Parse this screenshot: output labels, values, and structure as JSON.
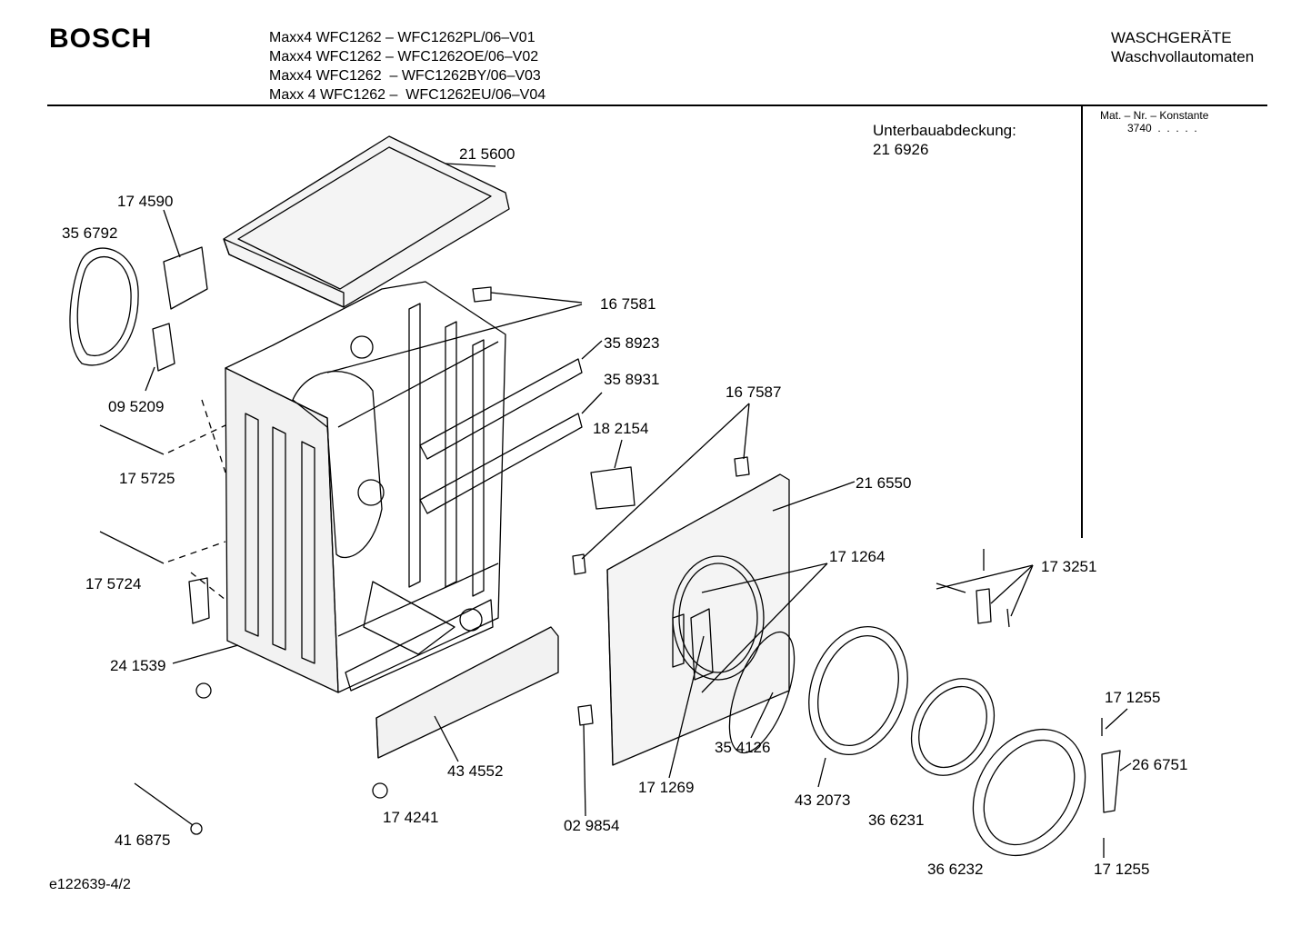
{
  "header": {
    "brand": "BOSCH",
    "models": [
      "Maxx4 WFC1262 – WFC1262PL/06–V01",
      "Maxx4 WFC1262 – WFC1262OE/06–V02",
      "Maxx4 WFC1262  – WFC1262BY/06–V03",
      "Maxx 4 WFC1262 –  WFC1262EU/06–V04"
    ],
    "category_line1": "WASCHGERÄTE",
    "category_line2": "Waschvollautomaten",
    "mat_label": "Mat. – Nr. – Konstante",
    "mat_value": "3740  .  .  .  .  ."
  },
  "sub_cover": {
    "label": "Unterbauabdeckung:",
    "number": "21 6926"
  },
  "footer": {
    "doc_id": "e122639-4/2"
  },
  "parts": [
    "21 5600",
    "17 4590",
    "35 6792",
    "16 7581",
    "35 8923",
    "35 8931",
    "09 5209",
    "16 7587",
    "18 2154",
    "17 5725",
    "21 6550",
    "17 1264",
    "17 3251",
    "17 5724",
    "24 1539",
    "17 1255",
    "26 6751",
    "35 4126",
    "43 4552",
    "17 1269",
    "43 2073",
    "36 6231",
    "17 4241",
    "02 9854",
    "41 6875",
    "36 6232",
    "17 1255"
  ]
}
